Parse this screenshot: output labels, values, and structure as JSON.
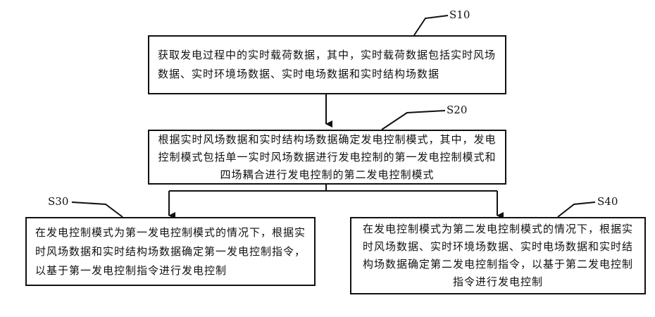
{
  "steps": {
    "s10": {
      "label": "S10",
      "text": "获取发电过程中的实时载荷数据，其中，实时载荷数据包括实时风场数据、实时环境场数据、实时电场数据和实时结构场数据"
    },
    "s20": {
      "label": "S20",
      "text": "根据实时风场数据和实时结构场数据确定发电控制模式，其中，发电控制模式包括单一实时风场数据进行发电控制的第一发电控制模式和四场耦合进行发电控制的第二发电控制模式"
    },
    "s30": {
      "label": "S30",
      "text": "在发电控制模式为第一发电控制模式的情况下，根据实时风场数据和实时结构场数据确定第一发电控制指令，以基于第一发电控制指令进行发电控制"
    },
    "s40": {
      "label": "S40",
      "text": "在发电控制模式为第二发电控制模式的情况下，根据实时风场数据、实时环境场数据、实时电场数据和实时结构场数据确定第二发电控制指令，以基于第二发电控制指令进行发电控制"
    }
  },
  "colors": {
    "stroke": "#111111",
    "background": "#ffffff"
  }
}
